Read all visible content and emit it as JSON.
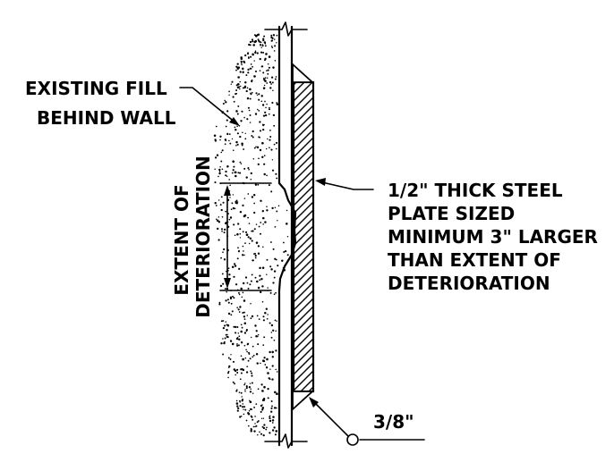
{
  "labels": {
    "fill": [
      "EXISTING FILL",
      "BEHIND WALL"
    ],
    "extent": [
      "EXTENT OF",
      "DETERIORATION"
    ],
    "plate": [
      "1/2\" THICK STEEL",
      "PLATE SIZED",
      "MINIMUM 3\" LARGER",
      "THAN EXTENT OF",
      "DETERIORATION"
    ],
    "weld": "3/8\""
  },
  "icons": {
    "break_marks": "break-line-icon",
    "weld_symbol": "fillet-weld-icon",
    "arrows": "arrowhead-icon"
  },
  "colors": {
    "ink": "#000000",
    "background": "#ffffff"
  }
}
